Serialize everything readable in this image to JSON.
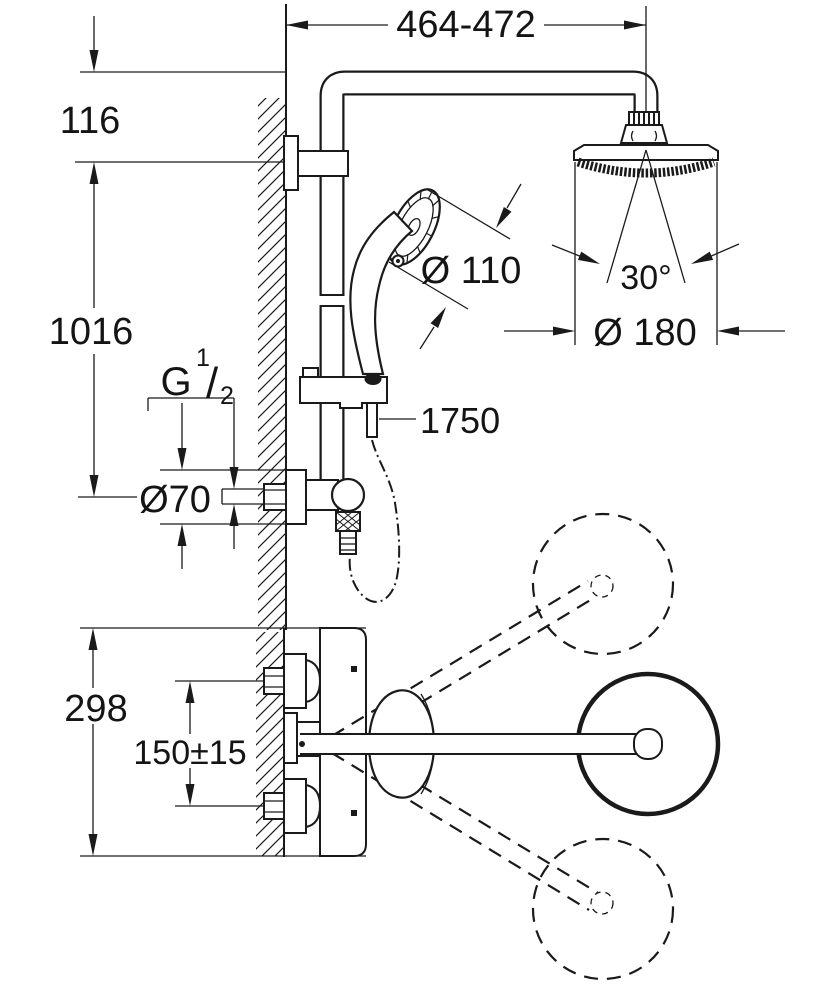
{
  "drawing": {
    "colors": {
      "line": "#1a1a1a",
      "background": "#ffffff"
    },
    "front_view": {
      "width_range": "464-472",
      "top_offset": "116",
      "height": "1016",
      "thread_size": {
        "prefix": "G",
        "numerator": "1",
        "slash": "/",
        "denominator": "2"
      },
      "escutcheon_diameter": "Ø70",
      "hand_shower_diameter": "Ø 110",
      "spray_angle": "30°",
      "head_shower_diameter": "Ø 180",
      "hose_length": "1750"
    },
    "top_view": {
      "overall_width": "298",
      "inlet_spacing": "150±15"
    }
  }
}
